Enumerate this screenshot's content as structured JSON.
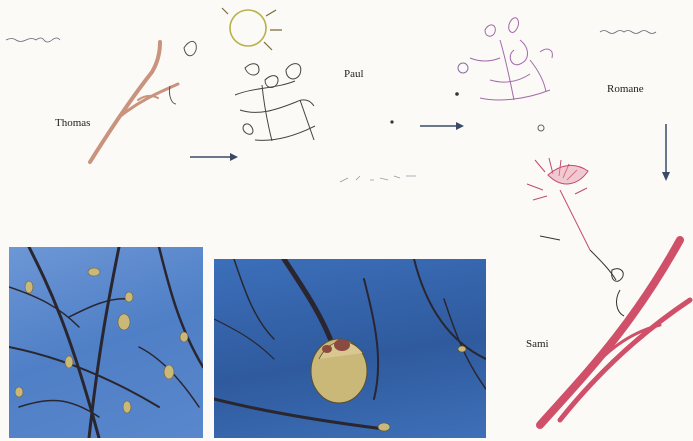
{
  "labels": {
    "thomas": "Thomas",
    "paul": "Paul",
    "romane": "Romane",
    "sami": "Sami"
  },
  "colors": {
    "sketch_pink": "#c98a8a",
    "sketch_red": "#d0506a",
    "arrow": "#3a4a66",
    "sky": "#4f7fc6",
    "sky_dark": "#2f5a9e",
    "branch": "#2a2630",
    "bud": "#c9b878"
  }
}
